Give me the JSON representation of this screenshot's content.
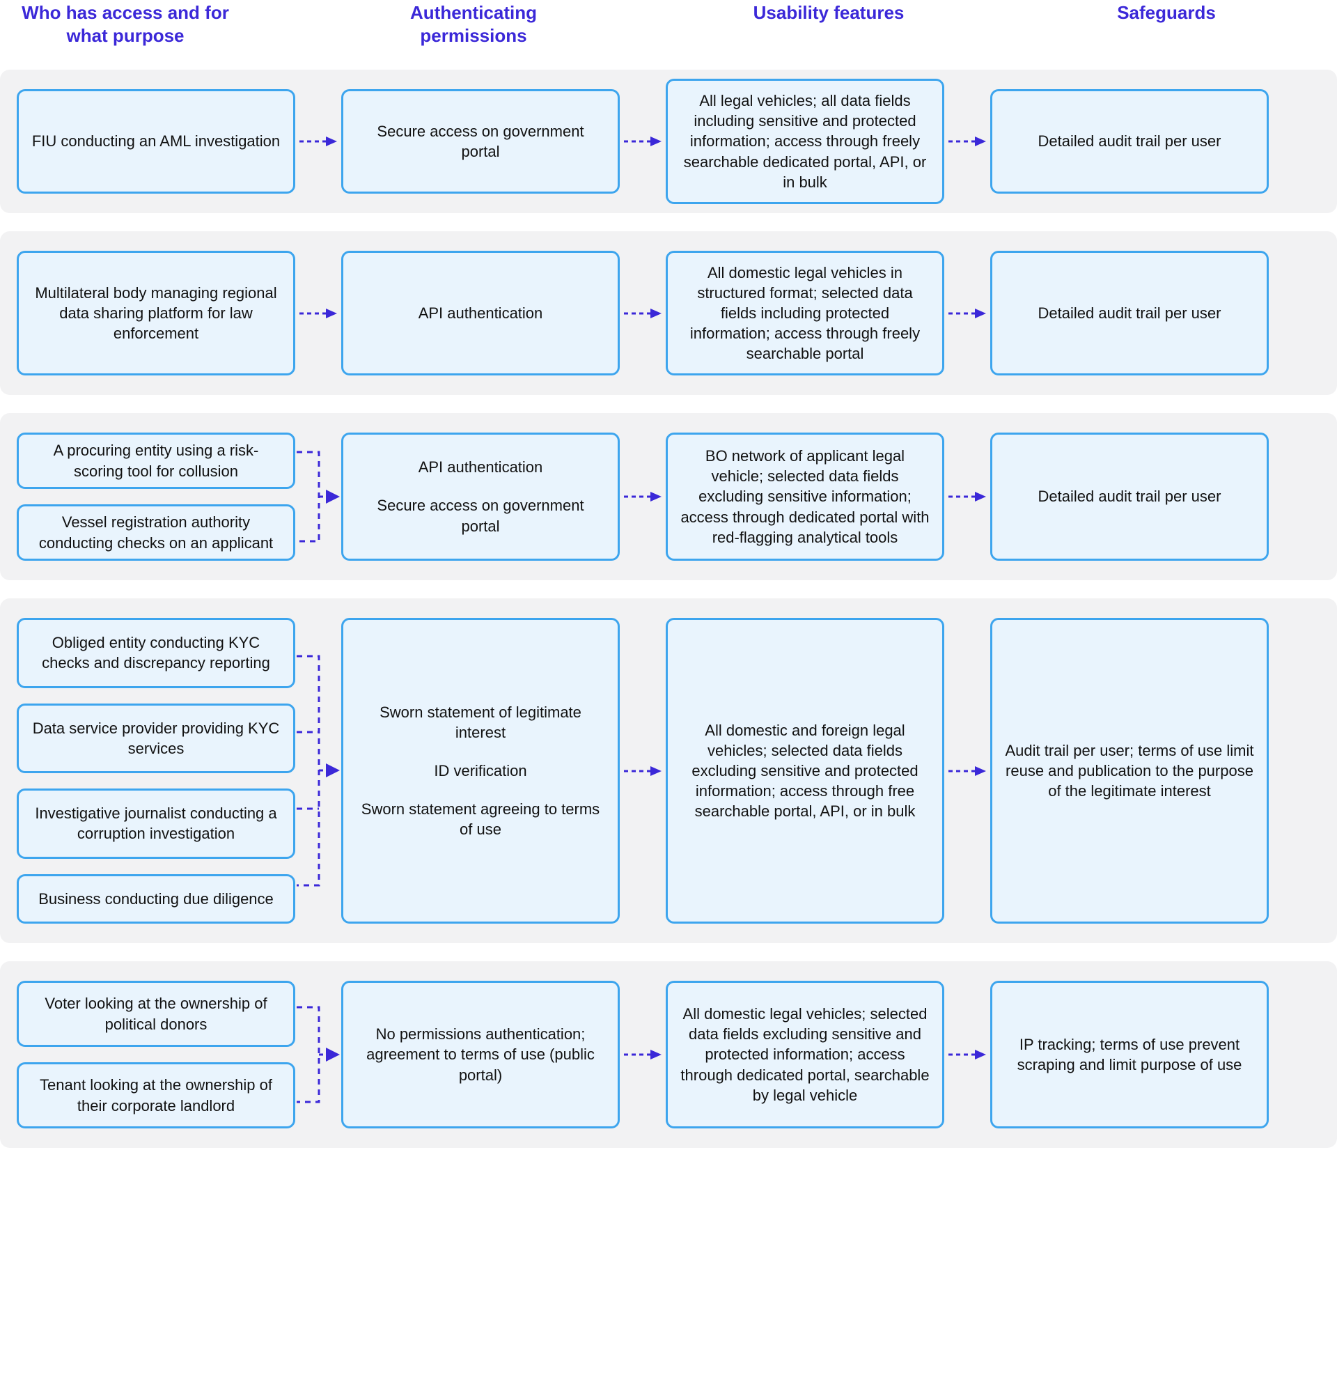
{
  "columns": [
    {
      "id": "access",
      "label": "Who has access and for what purpose"
    },
    {
      "id": "auth",
      "label": "Authenticating permissions"
    },
    {
      "id": "usability",
      "label": "Usability features"
    },
    {
      "id": "safeguards",
      "label": "Safeguards"
    }
  ],
  "colors": {
    "header_text": "#3B28D8",
    "box_border": "#3DA5EE",
    "box_fill": "#e9f4fd",
    "band_fill": "#f2f2f3",
    "arrow": "#3B28D8",
    "page_bg": "#ffffff"
  },
  "rows": [
    {
      "id": "row-fiu",
      "access": [
        "FIU conducting an AML investigation"
      ],
      "auth": [
        "Secure access on government portal"
      ],
      "usability": [
        "All legal vehicles; all data fields including sensitive and protected information; access through freely searchable dedicated portal, API, or in bulk"
      ],
      "safeguards": [
        "Detailed audit trail per user"
      ],
      "connector": "single"
    },
    {
      "id": "row-multilateral",
      "access": [
        "Multilateral body managing regional data sharing platform for law enforcement"
      ],
      "auth": [
        "API authentication"
      ],
      "usability": [
        "All domestic legal vehicles in structured format; selected data fields including protected information; access through freely searchable portal"
      ],
      "safeguards": [
        "Detailed audit trail per user"
      ],
      "connector": "single"
    },
    {
      "id": "row-procuring",
      "access": [
        "A procuring entity using a risk-scoring tool for collusion",
        "Vessel registration authority conducting checks on an applicant"
      ],
      "auth": [
        "API authentication",
        "Secure access on government portal"
      ],
      "usability": [
        "BO network of applicant legal vehicle; selected data fields excluding sensitive information; access through dedicated portal with red-flagging analytical tools"
      ],
      "safeguards": [
        "Detailed audit trail per user"
      ],
      "connector": "bracket"
    },
    {
      "id": "row-obliged",
      "access": [
        "Obliged entity conducting KYC checks and discrepancy reporting",
        "Data service provider providing KYC services",
        "Investigative journalist conducting a corruption investigation",
        "Business conducting due diligence"
      ],
      "auth": [
        "Sworn statement of legitimate interest",
        "ID verification",
        "Sworn statement agreeing to terms of use"
      ],
      "usability": [
        "All domestic and foreign legal vehicles; selected data fields excluding sensitive and protected information; access through free searchable portal, API, or in bulk"
      ],
      "safeguards": [
        "Audit trail per user; terms of use limit reuse and publication to the purpose of the legitimate interest"
      ],
      "connector": "bracket"
    },
    {
      "id": "row-public",
      "access": [
        "Voter looking at the ownership of political donors",
        "Tenant looking at the ownership of their corporate landlord"
      ],
      "auth": [
        "No permissions authentication; agreement to terms of use (public portal)"
      ],
      "usability": [
        "All domestic legal vehicles; selected data fields excluding sensitive and protected information; access through dedicated portal, searchable by legal vehicle"
      ],
      "safeguards": [
        "IP tracking; terms of use prevent scraping and limit purpose of use"
      ],
      "connector": "bracket"
    }
  ]
}
